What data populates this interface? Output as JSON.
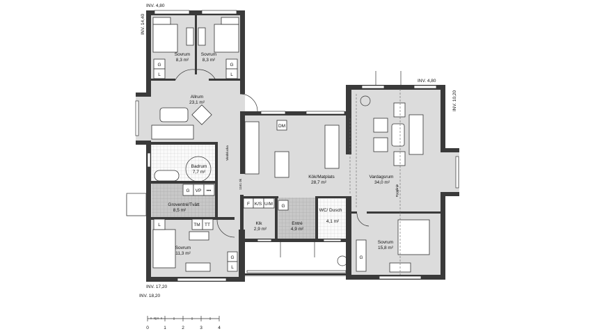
{
  "rooms": [
    {
      "name": "Sovrum",
      "area": "8,3 m²"
    },
    {
      "name": "Sovrum",
      "area": "8,3 m²"
    },
    {
      "name": "Allrum",
      "area": "23,1 m²"
    },
    {
      "name": "Badrum",
      "area": "7,7 m²"
    },
    {
      "name": "Groventré/Tvätt",
      "area": "8,5 m²"
    },
    {
      "name": "Sovrum",
      "area": "11,3 m²"
    },
    {
      "name": "Kök/Matplats",
      "area": "28,7 m²"
    },
    {
      "name": "Klk",
      "area": "2,9 m²"
    },
    {
      "name": "Entré",
      "area": "4,9 m²"
    },
    {
      "name": "WC/ Dusch",
      "area": "4,1 m²"
    },
    {
      "name": "Vardagsrum",
      "area": "34,0 m²"
    },
    {
      "name": "Sovrum",
      "area": "15,8 m²"
    }
  ],
  "dimensions": {
    "top_left": "INV. 4,80",
    "left_vertical": "INV. 14,40",
    "top_right": "INV. 4,80",
    "right_vertical": "INV. 10,20",
    "bottom_1": "INV. 17,20",
    "bottom_2": "INV. 18,20"
  },
  "appliances": {
    "g": "G",
    "l": "L",
    "vp": "VP",
    "tm": "TM",
    "tt": "TT",
    "f": "F",
    "ks": "K/S",
    "um": "U/M",
    "dm": "DM"
  },
  "notes": {
    "attic_hatch": "Vindslucka",
    "height": "1161 ök",
    "ridge": "Rygglinje"
  },
  "scale_bar": {
    "ticks": [
      "0",
      "1",
      "2",
      "3",
      "4"
    ],
    "unit_range_m": [
      0,
      4
    ]
  }
}
